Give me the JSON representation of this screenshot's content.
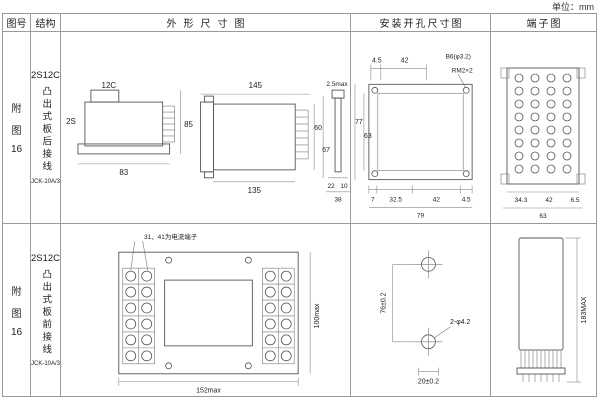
{
  "page": {
    "unit": "单位：mm"
  },
  "headers": {
    "fig": "图号",
    "structure": "结构",
    "outline": "外形尺寸图",
    "install": "安装开孔尺寸图",
    "terminal": "端子图"
  },
  "rows": [
    {
      "fig_lines": [
        "附",
        "图",
        "16"
      ],
      "model": "2S12C",
      "structure": "凸出式板后接线",
      "type": "JCK-10A/3",
      "outline": {
        "a_top": "12C",
        "a_left": "2S",
        "a_bottom": "83",
        "a_right": "85",
        "b_top": "145",
        "b_bottom": "135",
        "b_r1": "60",
        "b_r2": "67",
        "c_top": "2.5max",
        "c_b1": "22",
        "c_b2": "10",
        "c_b3": "38"
      },
      "install": {
        "t1": "4.5",
        "t2": "42",
        "note1": "B6(φ3.2)",
        "note2": "RM2×2",
        "l1": "77",
        "l2": "63",
        "b1": "7",
        "b2": "32.5",
        "b3": "42",
        "b4": "4.5",
        "b5": "79"
      },
      "terminal": {
        "b1": "34.3",
        "b2": "42",
        "b3": "6.5",
        "b4": "63"
      }
    },
    {
      "fig_lines": [
        "附",
        "图",
        "16"
      ],
      "model": "2S12C",
      "structure": "凸出式板前接线",
      "type": "JCK-10A/3",
      "outline": {
        "note": "31、41为电流端子",
        "bottom": "152max",
        "right": "100max"
      },
      "install": {
        "v": "76±0.2",
        "hole": "2-φ4.2",
        "b": "20±0.2"
      },
      "terminal": {
        "h": "183MAX"
      }
    }
  ]
}
